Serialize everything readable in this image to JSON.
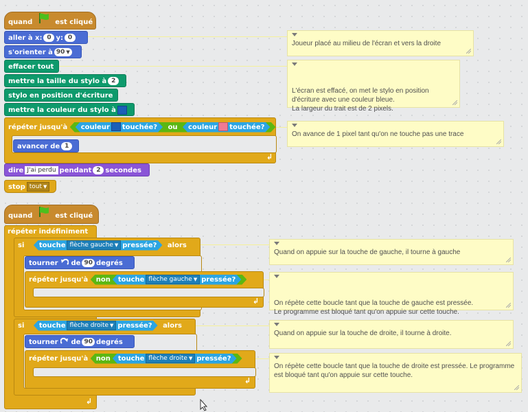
{
  "script1": {
    "hat": {
      "label_start": "quand",
      "label_end": "est cliqué",
      "icon": "green-flag-icon"
    },
    "goto": {
      "label": "aller à x:",
      "x": "0",
      "ylabel": "y:",
      "y": "0"
    },
    "point": {
      "label": "s'orienter à",
      "value": "90"
    },
    "clear": {
      "label": "effacer tout"
    },
    "pensize": {
      "label": "mettre la taille du stylo à",
      "value": "2"
    },
    "pendown": {
      "label": "stylo en position d'écriture"
    },
    "pencolor": {
      "label": "mettre la couleur du stylo à",
      "color": "#1c5fb8"
    },
    "repeat_until": {
      "label": "répéter jusqu'à",
      "cond1": "couleur",
      "touched": "touchée?",
      "or": "ou",
      "cond2": "couleur",
      "color1": "#1c5fb8",
      "color2": "#f07a94"
    },
    "move": {
      "label": "avancer de",
      "value": "1"
    },
    "say": {
      "label": "dire",
      "text": "J'ai perdu",
      "for": "pendant",
      "secs": "2",
      "unit": "secondes"
    },
    "stop": {
      "label": "stop",
      "option": "tout"
    }
  },
  "script2": {
    "hat": {
      "label_start": "quand",
      "label_end": "est cliqué",
      "icon": "green-flag-icon"
    },
    "forever": {
      "label": "répéter indéfiniment"
    },
    "if1": {
      "label": "si",
      "key_label": "touche",
      "key": "flèche gauche",
      "pressed": "pressée?",
      "then": "alors"
    },
    "turn_left": {
      "label": "tourner",
      "icon": "rotate-left-icon",
      "of": "de",
      "value": "90",
      "unit": "degrés"
    },
    "repeat1": {
      "label": "répéter jusqu'à",
      "not": "non",
      "key_label": "touche",
      "key": "flèche gauche",
      "pressed": "pressée?"
    },
    "if2": {
      "label": "si",
      "key_label": "touche",
      "key": "flèche droite",
      "pressed": "pressée?",
      "then": "alors"
    },
    "turn_right": {
      "label": "tourner",
      "icon": "rotate-right-icon",
      "of": "de",
      "value": "90",
      "unit": "degrés"
    },
    "repeat2": {
      "label": "répéter jusqu'à",
      "not": "non",
      "key_label": "touche",
      "key": "flèche droite",
      "pressed": "pressée?"
    }
  },
  "comments": [
    {
      "text": "Joueur placé au milieu de l'écran et vers la droite"
    },
    {
      "text": "L'écran est effacé, on met le stylo en position d'écriture avec une couleur bleue.\nLa largeur du trait est de 2 pixels."
    },
    {
      "text": "On avance de 1 pixel tant qu'on ne touche pas une trace"
    },
    {
      "text": "Quand on appuie sur la touche de gauche, il tourne à gauche"
    },
    {
      "text": "On répète cette boucle tant que la touche de gauche est pressée.\nLe programme est bloqué tant qu'on appuie sur cette touche."
    },
    {
      "text": "Quand on appuie sur la touche de droite, il tourne à droite."
    },
    {
      "text": "On répète cette boucle tant que la touche de droite est pressée. Le programme est bloqué tant qu'on appuie sur cette touche."
    }
  ],
  "colors": {
    "events": "#c88a2e",
    "motion": "#4a6cd4",
    "pen": "#0e9a6c",
    "looks": "#8a55d7",
    "control": "#e1a91a",
    "sensing": "#2ca5e2",
    "operators": "#5cb712",
    "comment": "#fefcc6"
  }
}
